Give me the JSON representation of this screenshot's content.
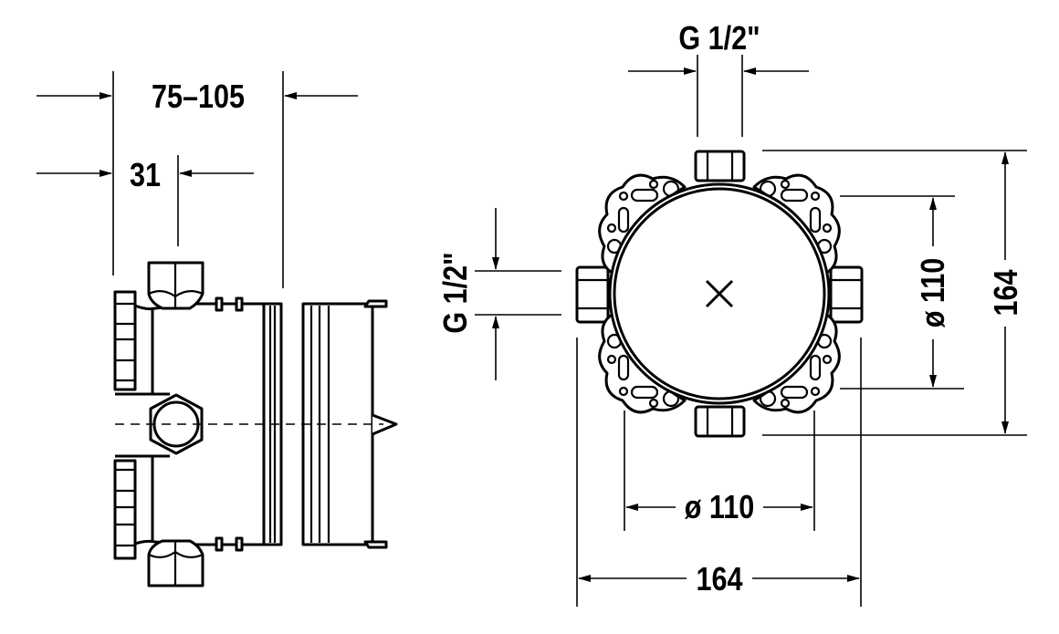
{
  "drawing": {
    "side_view": {
      "depth_range": "75–105",
      "flange_depth": "31"
    },
    "front_view": {
      "top_connection": "G 1/2\"",
      "side_connection": "G 1/2\"",
      "inner_diameter_horizontal": "ø 110",
      "outer_width": "164",
      "inner_diameter_vertical": "ø 110",
      "outer_height": "164"
    },
    "colors": {
      "line": "#000000",
      "background": "#ffffff"
    }
  }
}
